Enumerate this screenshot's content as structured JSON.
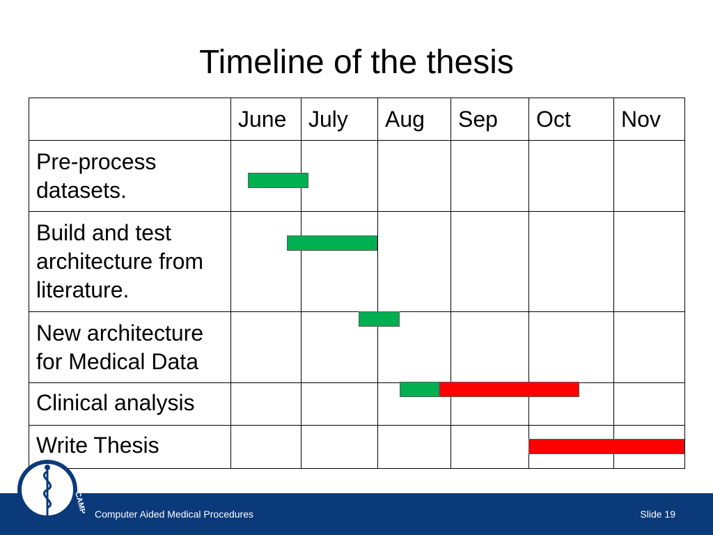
{
  "title": "Timeline of the thesis",
  "table": {
    "corner": "",
    "months": [
      "June",
      "July",
      "Aug",
      "Sep",
      "Oct",
      "Nov"
    ],
    "tasks": [
      {
        "label": "Pre-process datasets.",
        "bars": [
          {
            "color": "green",
            "start": 0.25,
            "end": 1.1
          }
        ]
      },
      {
        "label": "Build and test architecture from literature.",
        "bars": [
          {
            "color": "green",
            "start": 0.8,
            "end": 2.0
          }
        ]
      },
      {
        "label": "New architecture for Medical Data",
        "bars": [
          {
            "color": "green",
            "start": 1.75,
            "end": 2.3
          }
        ]
      },
      {
        "label": "Clinical analysis",
        "bars": [
          {
            "color": "green",
            "start": 2.3,
            "end": 2.85
          },
          {
            "color": "red",
            "start": 2.85,
            "end": 4.6
          }
        ]
      },
      {
        "label": "Write Thesis",
        "bars": [
          {
            "color": "red",
            "start": 4.0,
            "end": 6.0
          }
        ]
      }
    ]
  },
  "colors": {
    "green": "#00b050",
    "red": "#ff0000",
    "footer": "#0b3a7a"
  },
  "logo": {
    "text": "CAMP",
    "icon": "caduceus-logo-icon"
  },
  "footer": {
    "organization": "Computer Aided Medical Procedures",
    "slide_number": "Slide 19"
  }
}
